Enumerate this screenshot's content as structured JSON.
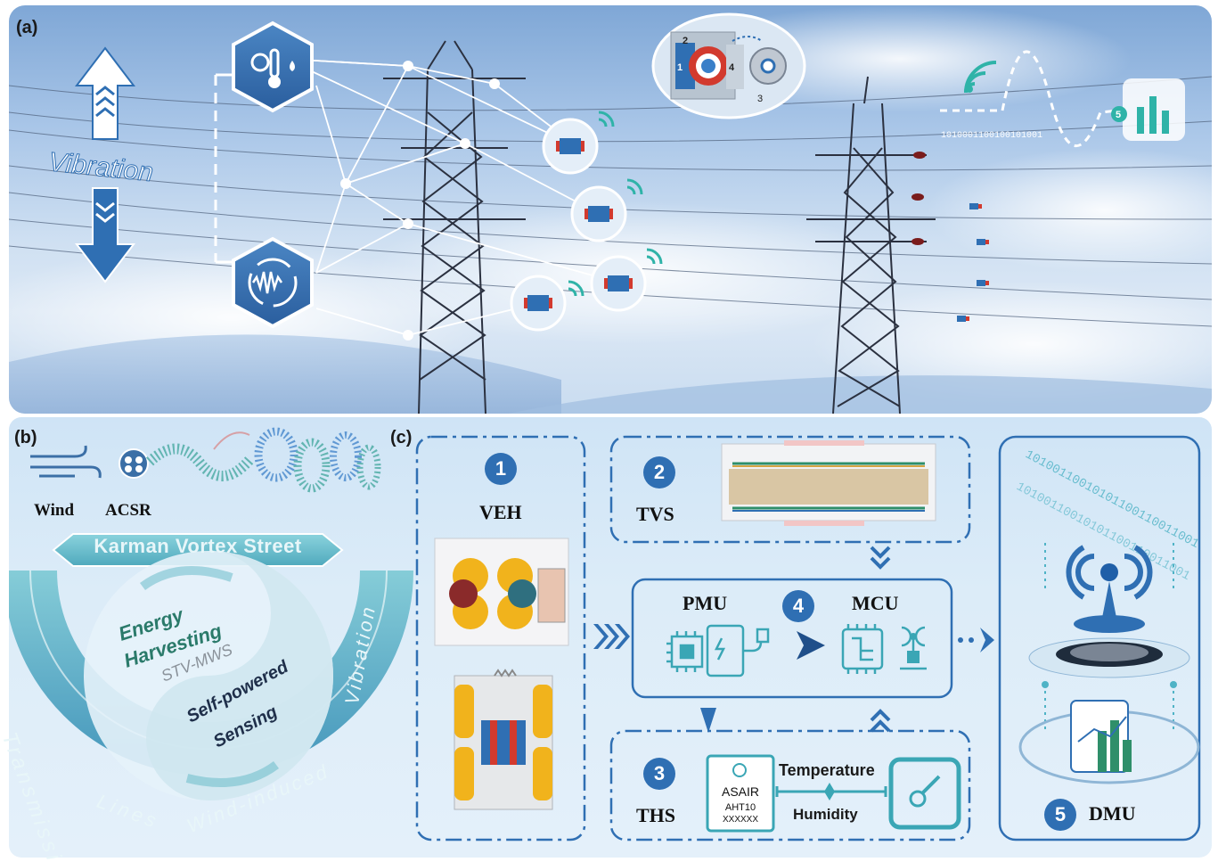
{
  "panel_a": {
    "label": "(a)",
    "vibration_label": "Vibration",
    "binary_text": "1010001100100101001",
    "badge_5": "5",
    "inset_numbers": [
      "1",
      "2",
      "3",
      "4"
    ]
  },
  "panel_b": {
    "label": "(b)",
    "wind_label": "Wind",
    "acsr_label": "ACSR",
    "banner": "Karman Vortex Street",
    "energy_line1": "Energy",
    "energy_line2": "Harvesting",
    "center": "STV-MWS",
    "self_line1": "Self-powered",
    "self_line2": "Sensing",
    "arc_left": "Transmission",
    "arc_bottom_left": "Lines",
    "arc_bottom_right": "Wind-induced",
    "arc_right": "Vibration"
  },
  "panel_c": {
    "label": "(c)",
    "veh": {
      "num": "1",
      "label": "VEH"
    },
    "tvs": {
      "num": "2",
      "label": "TVS"
    },
    "ths": {
      "num": "3",
      "label": "THS",
      "chip_line1": "ASAIR",
      "chip_line2": "AHT10",
      "chip_line3": "XXXXXX",
      "temperature": "Temperature",
      "humidity": "Humidity"
    },
    "mid": {
      "num": "4",
      "pmu": "PMU",
      "mcu": "MCU"
    },
    "dmu": {
      "num": "5",
      "label": "DMU",
      "binary": "10100110010101100110011001"
    }
  },
  "colors": {
    "accent_blue": "#2f6fb3",
    "teal": "#3aa6b5",
    "panel_sky": "#a9c6e8",
    "banner_teal": "#5fb7c6"
  }
}
